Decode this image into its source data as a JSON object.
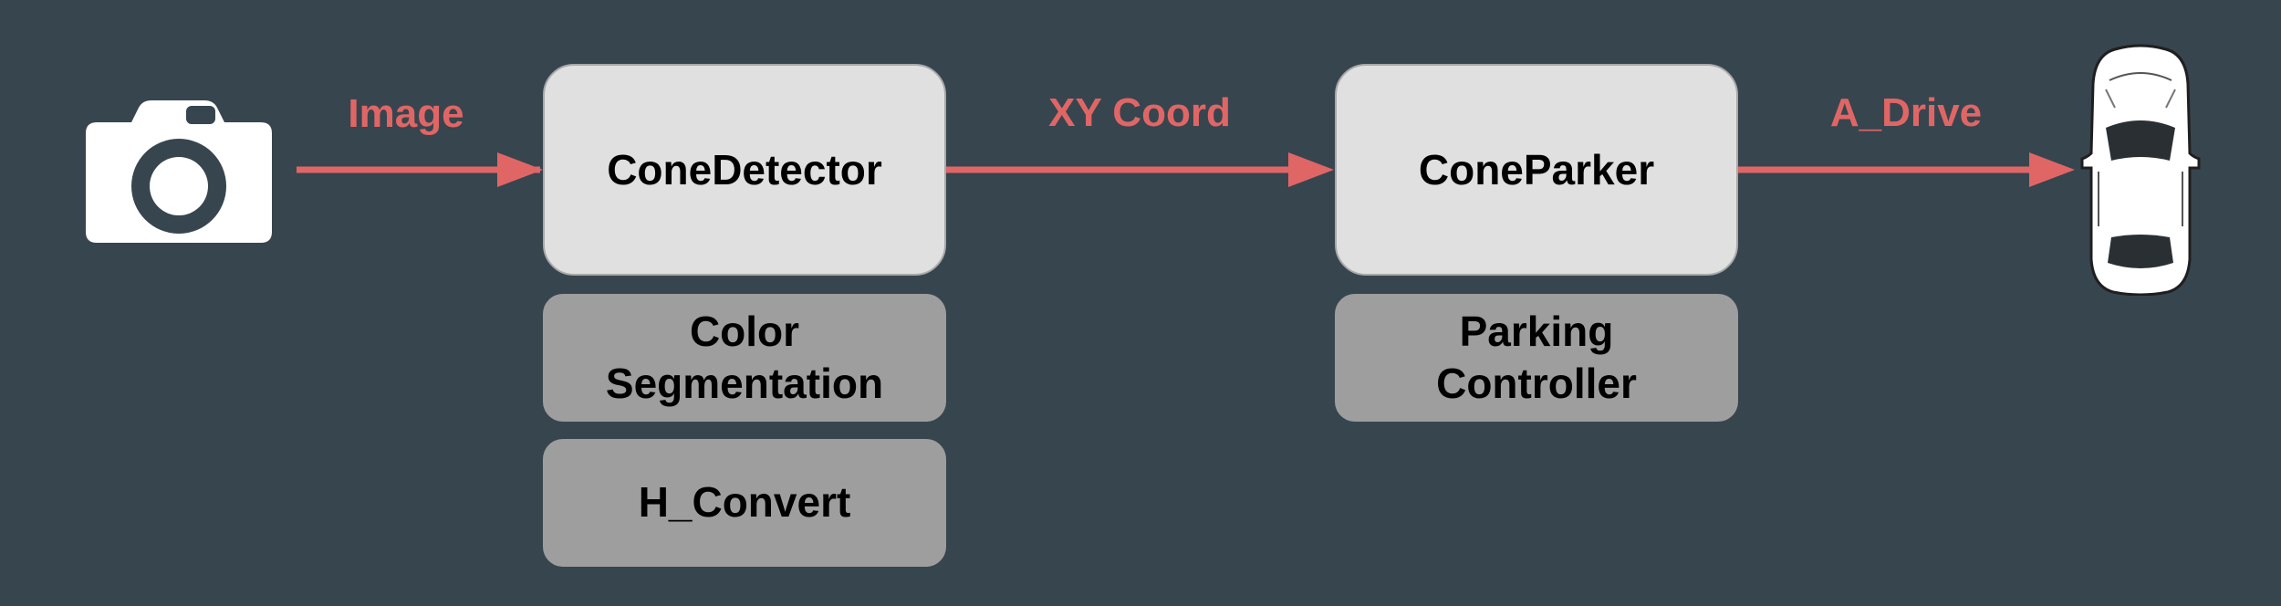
{
  "colors": {
    "background": "#37454f",
    "arrow": "#e06666",
    "primary_box": "#e0e0e0",
    "sub_box": "#9e9e9e",
    "icon": "#ffffff"
  },
  "source": {
    "icon": "camera-icon"
  },
  "sink": {
    "icon": "car-top-view-icon"
  },
  "nodes": {
    "cone_detector": {
      "label": "ConeDetector",
      "subs": [
        "Color\nSegmentation",
        "H_Convert"
      ]
    },
    "cone_parker": {
      "label": "ConeParker",
      "subs": [
        "Parking\nController"
      ]
    }
  },
  "edges": {
    "image": "Image",
    "xy_coord": "XY Coord",
    "a_drive": "A_Drive"
  }
}
